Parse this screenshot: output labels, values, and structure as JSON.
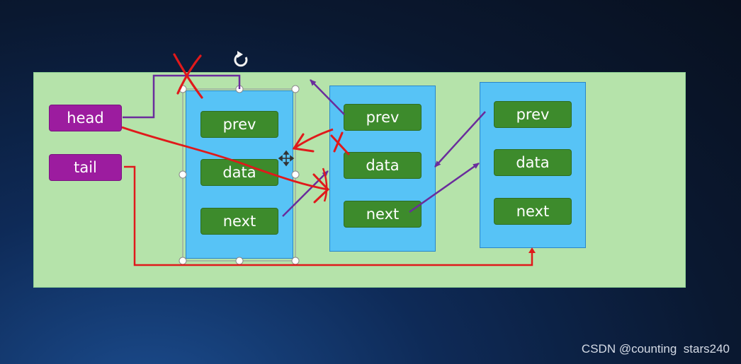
{
  "pointers": {
    "head": "head",
    "tail": "tail"
  },
  "nodes": [
    {
      "prev": "prev",
      "data": "data",
      "next": "next"
    },
    {
      "prev": "prev",
      "data": "data",
      "next": "next"
    },
    {
      "prev": "prev",
      "data": "data",
      "next": "next"
    }
  ],
  "watermark": "CSDN @counting  stars240",
  "colors": {
    "slide_bg": "#b5e3aa",
    "node_bg": "#57c3f6",
    "field_bg": "#3d8b2c",
    "pointer_bg": "#9c1c9f",
    "link_purple": "#6a2c9c",
    "annotation_red": "#e0191b"
  }
}
